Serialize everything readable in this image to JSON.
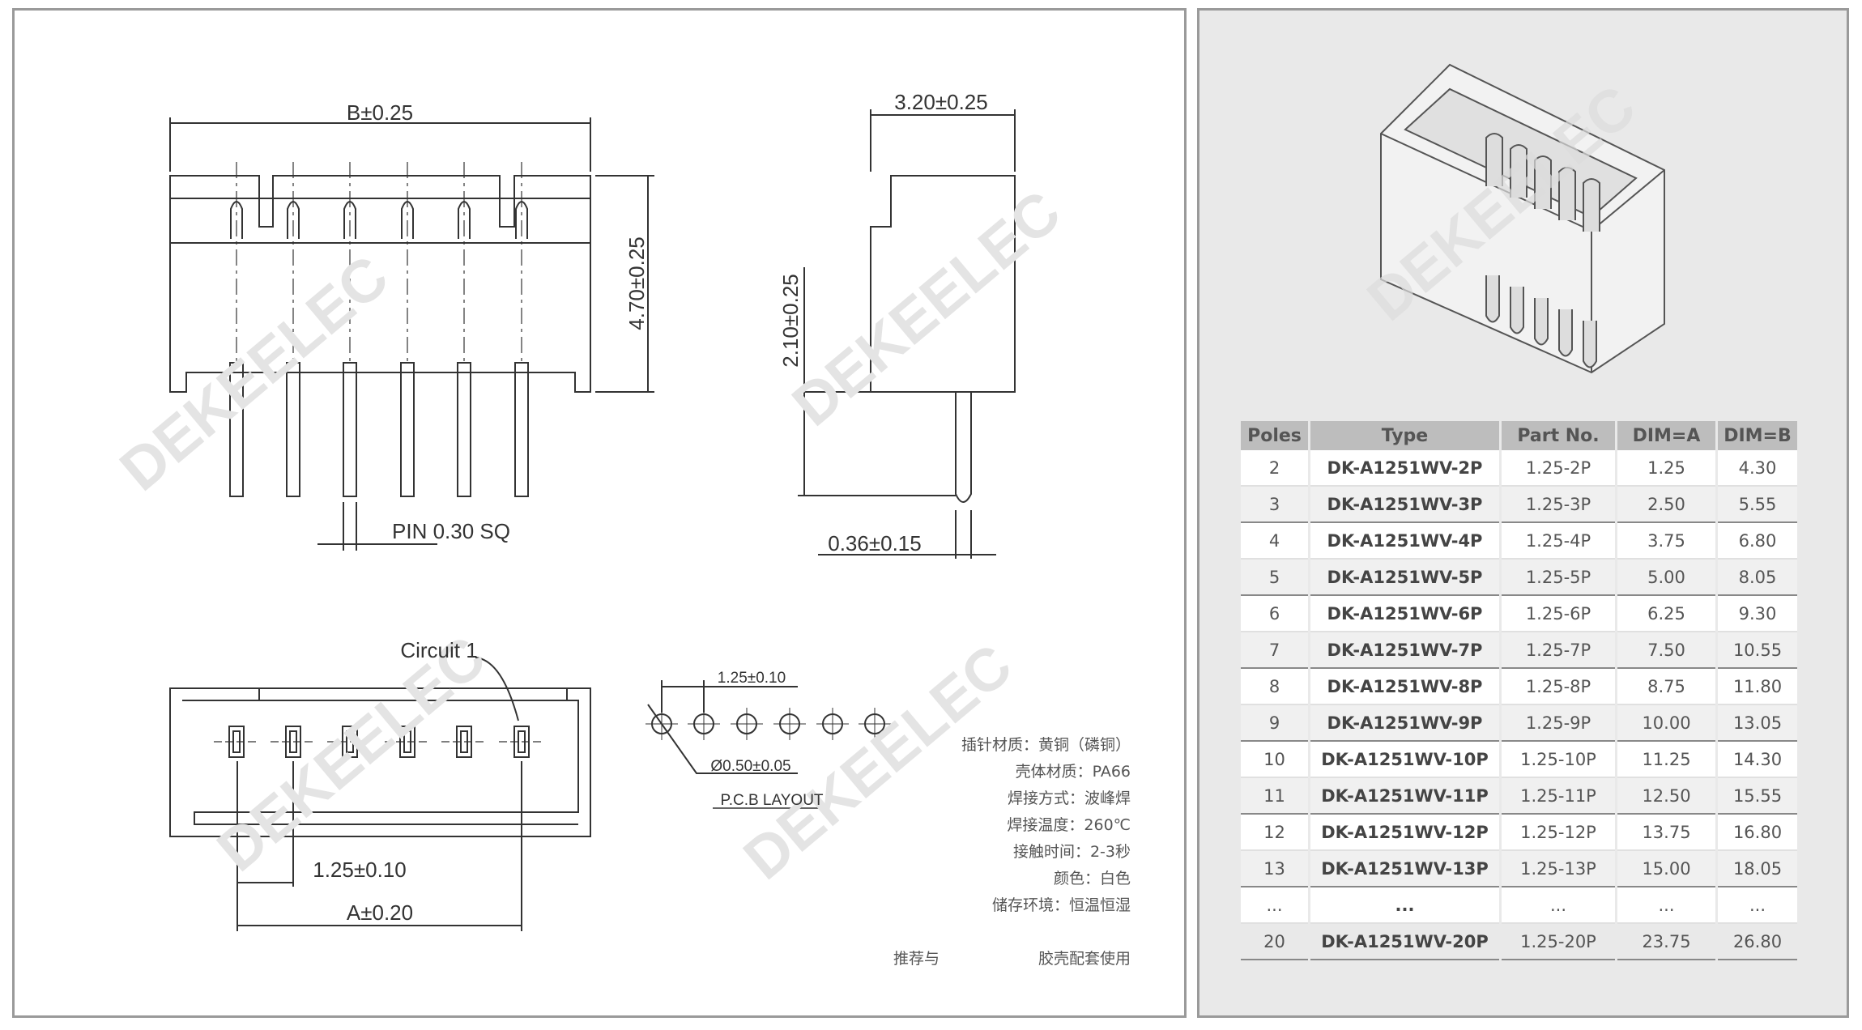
{
  "watermark": "DEKEELEC",
  "front_view": {
    "dim_b": "B±0.25",
    "dim_height": "4.70±0.25",
    "pin_label": "PIN 0.30 SQ"
  },
  "side_view": {
    "dim_width": "3.20±0.25",
    "dim_height": "2.10±0.25",
    "dim_pin": "0.36±0.15"
  },
  "bottom_view": {
    "circuit_label": "Circuit 1",
    "pitch": "1.25±0.10",
    "dim_a": "A±0.20"
  },
  "pcb_layout": {
    "pitch": "1.25±0.10",
    "hole": "Ø0.50±0.05",
    "title": "P.C.B LAYOUT"
  },
  "specs": [
    "插针材质：黄铜（磷铜）",
    "壳体材质：PA66",
    "焊接方式：波峰焊",
    "焊接温度：260℃",
    "接触时间：2-3秒",
    "颜色：白色",
    "储存环境：恒温恒湿"
  ],
  "recommend": {
    "left": "推荐与",
    "right": "胶壳配套使用"
  },
  "table": {
    "headers": [
      "Poles",
      "Type",
      "Part No.",
      "DIM=A",
      "DIM=B"
    ],
    "rows": [
      [
        "2",
        "DK-A1251WV-2P",
        "1.25-2P",
        "1.25",
        "4.30"
      ],
      [
        "3",
        "DK-A1251WV-3P",
        "1.25-3P",
        "2.50",
        "5.55"
      ],
      [
        "4",
        "DK-A1251WV-4P",
        "1.25-4P",
        "3.75",
        "6.80"
      ],
      [
        "5",
        "DK-A1251WV-5P",
        "1.25-5P",
        "5.00",
        "8.05"
      ],
      [
        "6",
        "DK-A1251WV-6P",
        "1.25-6P",
        "6.25",
        "9.30"
      ],
      [
        "7",
        "DK-A1251WV-7P",
        "1.25-7P",
        "7.50",
        "10.55"
      ],
      [
        "8",
        "DK-A1251WV-8P",
        "1.25-8P",
        "8.75",
        "11.80"
      ],
      [
        "9",
        "DK-A1251WV-9P",
        "1.25-9P",
        "10.00",
        "13.05"
      ],
      [
        "10",
        "DK-A1251WV-10P",
        "1.25-10P",
        "11.25",
        "14.30"
      ],
      [
        "11",
        "DK-A1251WV-11P",
        "1.25-11P",
        "12.50",
        "15.55"
      ],
      [
        "12",
        "DK-A1251WV-12P",
        "1.25-12P",
        "13.75",
        "16.80"
      ],
      [
        "13",
        "DK-A1251WV-13P",
        "1.25-13P",
        "15.00",
        "18.05"
      ],
      [
        "...",
        "...",
        "...",
        "...",
        "..."
      ],
      [
        "20",
        "DK-A1251WV-20P",
        "1.25-20P",
        "23.75",
        "26.80"
      ]
    ]
  }
}
